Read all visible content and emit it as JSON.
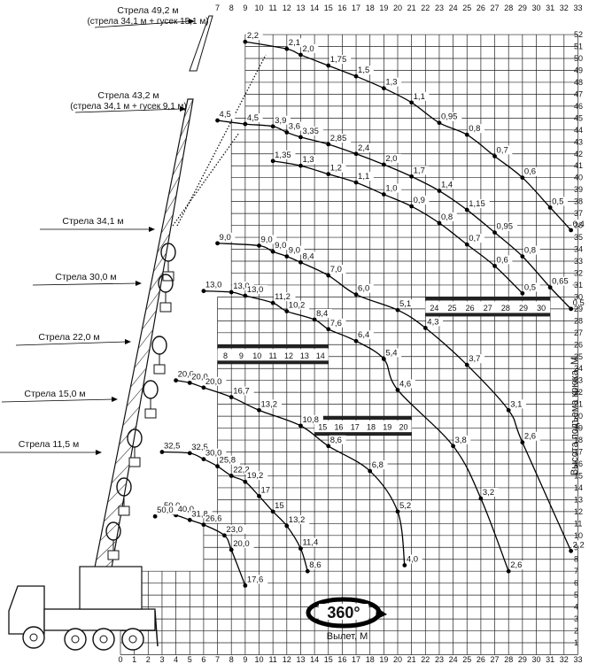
{
  "chart_data": {
    "type": "line",
    "xlabel": "Вылет, М",
    "ylabel": "Высота подъема крюка, М",
    "x_ticks": [
      0,
      1,
      2,
      3,
      4,
      5,
      6,
      7,
      8,
      9,
      10,
      11,
      12,
      13,
      14,
      15,
      16,
      17,
      18,
      19,
      20,
      21,
      22,
      23,
      24,
      25,
      26,
      27,
      28,
      29,
      30,
      31,
      32,
      33
    ],
    "y_ticks": [
      1,
      2,
      3,
      4,
      5,
      6,
      7,
      8,
      9,
      10,
      11,
      12,
      13,
      14,
      15,
      16,
      17,
      18,
      19,
      20,
      21,
      22,
      23,
      24,
      25,
      26,
      27,
      28,
      29,
      30,
      31,
      32,
      33,
      34,
      35,
      36,
      37,
      38,
      39,
      40,
      41,
      42,
      43,
      44,
      45,
      46,
      47,
      48,
      49,
      50,
      51,
      52
    ],
    "top_x_ticks": [
      7,
      8,
      9,
      10,
      11,
      12,
      13,
      14,
      15,
      16,
      17,
      18,
      19,
      20,
      21,
      22,
      23,
      24,
      25,
      26,
      27,
      28,
      29,
      30,
      31,
      32,
      33
    ],
    "rotation_label": "360°",
    "boom_labels": [
      {
        "text": "Стрела 49,2 м",
        "sub": "(стрела 34,1 м + гусек 15,1 м)"
      },
      {
        "text": "Стрела 43,2 м",
        "sub": "(стрела 34,1 м + гусек 9,1 м)"
      },
      {
        "text": "Стрела 34,1 м",
        "sub": ""
      },
      {
        "text": "Стрела 30,0 м",
        "sub": ""
      },
      {
        "text": "Стрела 22,0 м",
        "sub": ""
      },
      {
        "text": "Стрела 15,0 м",
        "sub": ""
      },
      {
        "text": "Стрела 11,5 м",
        "sub": ""
      }
    ],
    "hatch_bands": [
      {
        "x1": 22,
        "x2": 31,
        "y": 29.7,
        "labels": [
          "24",
          "25",
          "26",
          "27",
          "28",
          "29",
          "30"
        ]
      },
      {
        "x1": 7,
        "x2": 15,
        "y": 25.7,
        "labels": [
          "8",
          "9",
          "10",
          "11",
          "12",
          "13",
          "14"
        ]
      },
      {
        "x1": 14,
        "x2": 21,
        "y": 19.7,
        "labels": [
          "15",
          "16",
          "17",
          "18",
          "19",
          "20"
        ]
      }
    ],
    "series": [
      {
        "points": [
          {
            "x": 9.0,
            "y": 51.4,
            "label": "2,2"
          },
          {
            "x": 12.0,
            "y": 50.8,
            "label": "2,1"
          },
          {
            "x": 13.0,
            "y": 50.3,
            "label": "2,0"
          },
          {
            "x": 15.0,
            "y": 49.4,
            "label": "1,75"
          },
          {
            "x": 17.0,
            "y": 48.5,
            "label": "1,5"
          },
          {
            "x": 19.0,
            "y": 47.5,
            "label": "1,3"
          },
          {
            "x": 21.0,
            "y": 46.3,
            "label": "1,1"
          },
          {
            "x": 23.0,
            "y": 44.6,
            "label": "0,95"
          },
          {
            "x": 25.0,
            "y": 43.6,
            "label": "0,8"
          },
          {
            "x": 27.0,
            "y": 41.8,
            "label": "0,7"
          },
          {
            "x": 29.0,
            "y": 40.0,
            "label": "0,6"
          },
          {
            "x": 31.0,
            "y": 37.5,
            "label": "0,5"
          },
          {
            "x": 32.5,
            "y": 35.6,
            "label": "0,4"
          }
        ]
      },
      {
        "points": [
          {
            "x": 7.0,
            "y": 44.8,
            "label": "4,5"
          },
          {
            "x": 9.0,
            "y": 44.5,
            "label": "4,5"
          },
          {
            "x": 11.0,
            "y": 44.3,
            "label": "3,9"
          },
          {
            "x": 12.0,
            "y": 43.8,
            "label": "3,6"
          },
          {
            "x": 13.0,
            "y": 43.4,
            "label": "3,35"
          },
          {
            "x": 15.0,
            "y": 42.8,
            "label": "2,85"
          },
          {
            "x": 17.0,
            "y": 42.0,
            "label": "2,4"
          },
          {
            "x": 19.0,
            "y": 41.1,
            "label": "2,0"
          },
          {
            "x": 21.0,
            "y": 40.1,
            "label": "1,7"
          },
          {
            "x": 23.0,
            "y": 38.9,
            "label": "1,4"
          },
          {
            "x": 25.0,
            "y": 37.3,
            "label": "1,15"
          },
          {
            "x": 27.0,
            "y": 35.4,
            "label": "0,95"
          },
          {
            "x": 29.0,
            "y": 33.4,
            "label": "0,8"
          },
          {
            "x": 31.0,
            "y": 30.8,
            "label": "0,65"
          },
          {
            "x": 32.5,
            "y": 29.0,
            "label": "0,5"
          }
        ]
      },
      {
        "points": [
          {
            "x": 11.0,
            "y": 41.4,
            "label": "1,35"
          },
          {
            "x": 13.0,
            "y": 41.0,
            "label": "1,3"
          },
          {
            "x": 15.0,
            "y": 40.3,
            "label": "1,2"
          },
          {
            "x": 17.0,
            "y": 39.6,
            "label": "1,1"
          },
          {
            "x": 19.0,
            "y": 38.6,
            "label": "1,0"
          },
          {
            "x": 21.0,
            "y": 37.6,
            "label": "0,9"
          },
          {
            "x": 23.0,
            "y": 36.2,
            "label": "0,8"
          },
          {
            "x": 25.0,
            "y": 34.4,
            "label": "0,7"
          },
          {
            "x": 27.0,
            "y": 32.6,
            "label": "0,6"
          },
          {
            "x": 29.0,
            "y": 30.3,
            "label": "0,5"
          }
        ]
      },
      {
        "points": [
          {
            "x": 7.0,
            "y": 34.5,
            "label": "9,0"
          },
          {
            "x": 10.0,
            "y": 34.3,
            "label": "9,0"
          },
          {
            "x": 11.0,
            "y": 33.8,
            "label": "9,0"
          },
          {
            "x": 12.0,
            "y": 33.4,
            "label": "9,0"
          },
          {
            "x": 13.0,
            "y": 32.9,
            "label": "8,4"
          },
          {
            "x": 15.0,
            "y": 31.8,
            "label": "7,0"
          },
          {
            "x": 17.0,
            "y": 30.2,
            "label": "6,0"
          },
          {
            "x": 20.0,
            "y": 28.9,
            "label": "5,1"
          },
          {
            "x": 22.0,
            "y": 27.4,
            "label": "4,3"
          },
          {
            "x": 25.0,
            "y": 24.3,
            "label": "3,7"
          },
          {
            "x": 28.0,
            "y": 20.5,
            "label": "3,1"
          },
          {
            "x": 29.0,
            "y": 17.8,
            "label": "2,6"
          },
          {
            "x": 32.5,
            "y": 8.7,
            "label": "2,2"
          }
        ]
      },
      {
        "points": [
          {
            "x": 6.0,
            "y": 30.5,
            "label": "13,0"
          },
          {
            "x": 8.0,
            "y": 30.4,
            "label": "13,0"
          },
          {
            "x": 9.0,
            "y": 30.1,
            "label": "13,0"
          },
          {
            "x": 11.0,
            "y": 29.5,
            "label": "11,2"
          },
          {
            "x": 12.0,
            "y": 28.8,
            "label": "10,2"
          },
          {
            "x": 14.0,
            "y": 28.1,
            "label": "8,4"
          },
          {
            "x": 15.0,
            "y": 27.3,
            "label": "7,6"
          },
          {
            "x": 17.0,
            "y": 26.3,
            "label": "6,4"
          },
          {
            "x": 19.0,
            "y": 24.8,
            "label": "5,4"
          },
          {
            "x": 20.0,
            "y": 22.2,
            "label": "4,6"
          },
          {
            "x": 24.0,
            "y": 17.5,
            "label": "3,8"
          },
          {
            "x": 26.0,
            "y": 13.1,
            "label": "3,2"
          },
          {
            "x": 28.0,
            "y": 7.0,
            "label": "2,6"
          }
        ]
      },
      {
        "points": [
          {
            "x": 4.0,
            "y": 23.0,
            "label": "20,0"
          },
          {
            "x": 5.0,
            "y": 22.8,
            "label": "20,0"
          },
          {
            "x": 6.0,
            "y": 22.4,
            "label": "20,0"
          },
          {
            "x": 8.0,
            "y": 21.6,
            "label": "16,7"
          },
          {
            "x": 10.0,
            "y": 20.5,
            "label": "13,2"
          },
          {
            "x": 13.0,
            "y": 19.2,
            "label": "10,8"
          },
          {
            "x": 15.0,
            "y": 17.5,
            "label": "8,6"
          },
          {
            "x": 18.0,
            "y": 15.4,
            "label": "6,8"
          },
          {
            "x": 20.0,
            "y": 12.0,
            "label": "5,2"
          },
          {
            "x": 20.5,
            "y": 7.5,
            "label": "4,0"
          }
        ]
      },
      {
        "points": [
          {
            "x": 3.0,
            "y": 17.0,
            "label": "32,5"
          },
          {
            "x": 5.0,
            "y": 16.9,
            "label": "32,5"
          },
          {
            "x": 6.0,
            "y": 16.4,
            "label": "30,0"
          },
          {
            "x": 7.0,
            "y": 15.8,
            "label": "25,8"
          },
          {
            "x": 8.0,
            "y": 15.0,
            "label": "22,2"
          },
          {
            "x": 9.0,
            "y": 14.5,
            "label": "19,2"
          },
          {
            "x": 10.0,
            "y": 13.3,
            "label": "17"
          },
          {
            "x": 11.0,
            "y": 12.0,
            "label": "15"
          },
          {
            "x": 12.0,
            "y": 10.8,
            "label": "13,2"
          },
          {
            "x": 13.0,
            "y": 8.9,
            "label": "11,4"
          },
          {
            "x": 13.5,
            "y": 7.0,
            "label": "8,6"
          }
        ]
      },
      {
        "points": [
          {
            "x": 3.0,
            "y": 12.0,
            "label": "50,0"
          },
          {
            "x": 4.0,
            "y": 11.7,
            "label": "40,0"
          },
          {
            "x": 5.0,
            "y": 11.3,
            "label": "31,8"
          },
          {
            "x": 6.0,
            "y": 10.9,
            "label": "26,6"
          },
          {
            "x": 7.5,
            "y": 10.0,
            "label": "23,0"
          },
          {
            "x": 8.0,
            "y": 8.8,
            "label": "20,0"
          },
          {
            "x": 9.0,
            "y": 5.8,
            "label": "17,6"
          }
        ]
      },
      {
        "points": [
          {
            "x": 2.5,
            "y": 11.6,
            "label": "50,0"
          }
        ]
      }
    ]
  }
}
